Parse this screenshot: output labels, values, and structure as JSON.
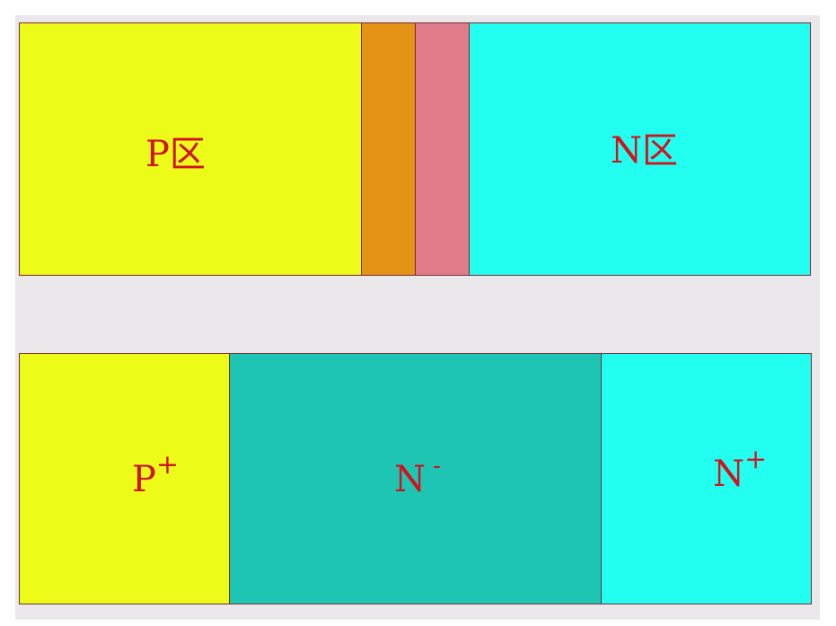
{
  "colors": {
    "p_region": "#ecfb17",
    "junction_p_side": "#e49315",
    "junction_n_side": "#e07c8a",
    "n_region": "#22fff0",
    "p_plus": "#ecfb17",
    "n_minus": "#1fc5b3",
    "n_plus": "#22fff0",
    "label": "#d1121f",
    "background": "#ebe8eb"
  },
  "top_diagram": {
    "p_label": "P区",
    "n_label": "N区"
  },
  "bottom_diagram": {
    "p_plus": {
      "base": "P",
      "sup": "+"
    },
    "n_minus": {
      "base": "N",
      "sup": "-"
    },
    "n_plus": {
      "base": "N",
      "sup": "+"
    }
  }
}
